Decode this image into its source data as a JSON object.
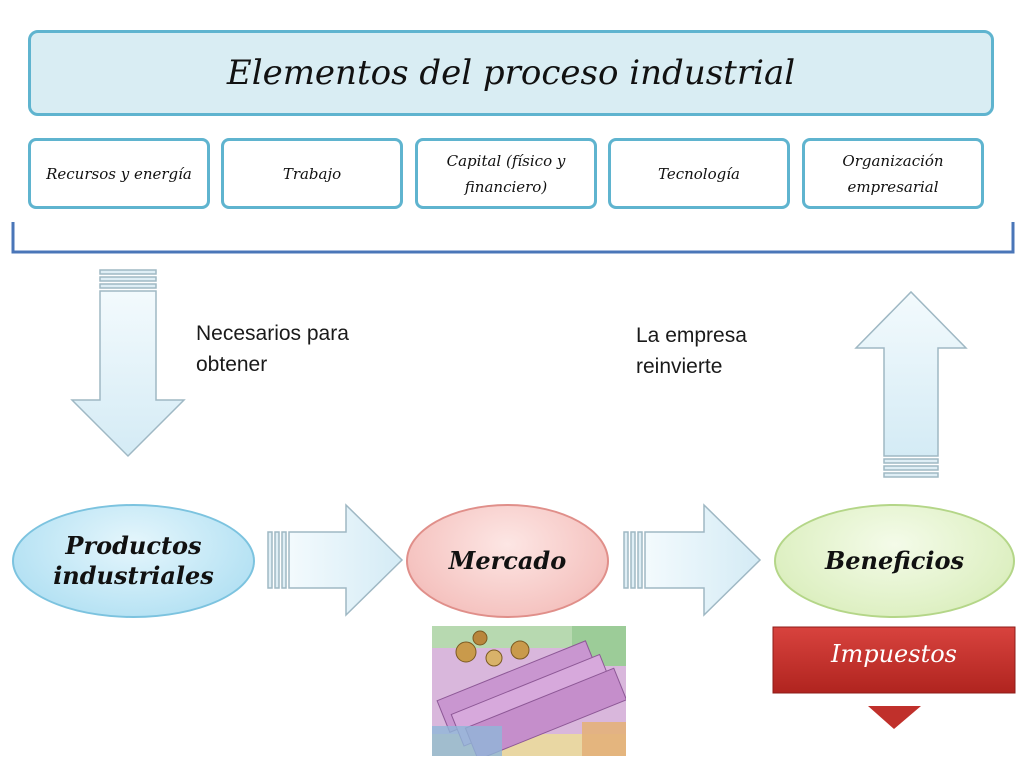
{
  "title": "Elementos del proceso industrial",
  "elements": [
    {
      "label": "Recursos y energía"
    },
    {
      "label": "Trabajo"
    },
    {
      "label": "Capital (físico y financiero)"
    },
    {
      "label": "Tecnología"
    },
    {
      "label": "Organización empresarial"
    }
  ],
  "captions": {
    "necesarios": "Necesarios para obtener",
    "reinvierte": "La empresa reinvierte"
  },
  "nodes": {
    "productos": "Productos industriales",
    "mercado": "Mercado",
    "beneficios": "Beneficios",
    "impuestos": "Impuestos"
  },
  "colors": {
    "box_border": "#5fb4cf",
    "title_fill": "#d9edf3",
    "arrow_fill": "#e3f3fa",
    "productos_fill": "#bfe6f5",
    "mercado_fill": "#f6cbc9",
    "beneficios_fill": "#e3f2c9",
    "impuestos_fill": "#c9302c"
  },
  "icons": {
    "money": "euro-banknotes-image"
  }
}
